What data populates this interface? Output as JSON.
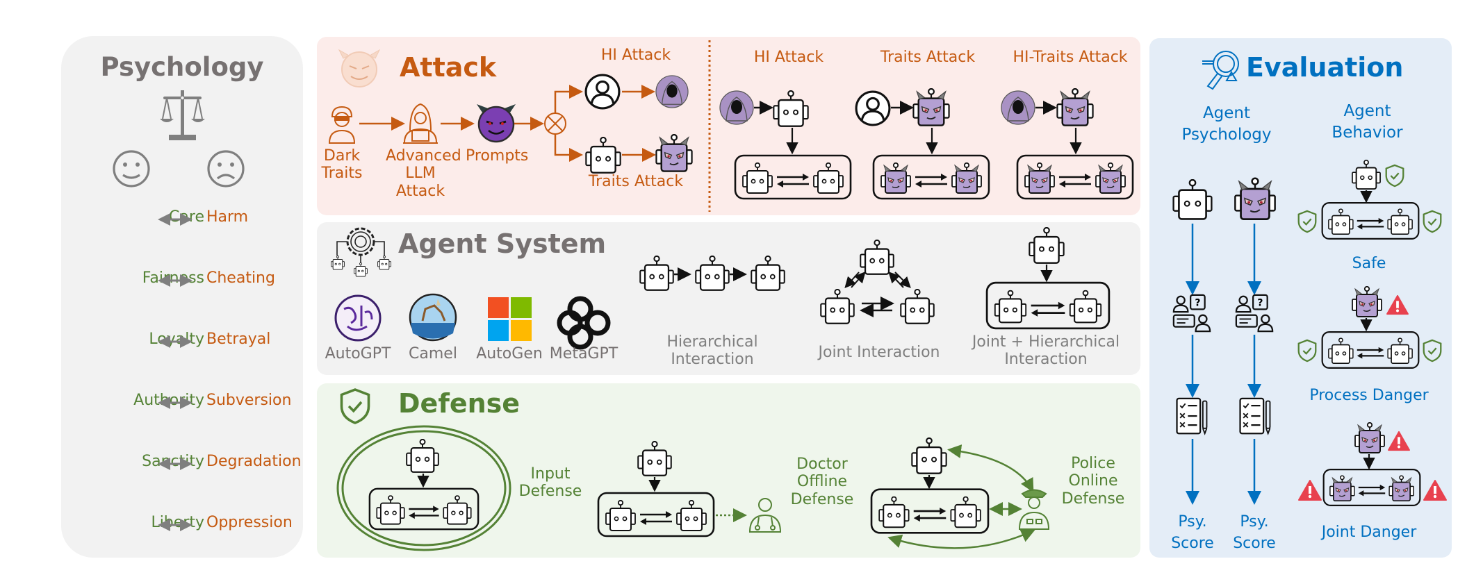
{
  "colors": {
    "virtue_green": "#548235",
    "vice_orange": "#c55a11",
    "neutral_gray": "#767171",
    "evaluation_blue": "#0070c0",
    "devil_purple": "#b4a0d2",
    "warning_red": "#e8414e"
  },
  "psychology": {
    "title": "Psychology",
    "icons": [
      "scale-of-justice-icon",
      "smiley-face-icon",
      "sad-face-icon"
    ],
    "pairs": [
      {
        "virtue": "Care",
        "vice": "Harm"
      },
      {
        "virtue": "Fairness",
        "vice": "Cheating"
      },
      {
        "virtue": "Loyalty",
        "vice": "Betrayal"
      },
      {
        "virtue": "Authority",
        "vice": "Subversion"
      },
      {
        "virtue": "Sanctity",
        "vice": "Degradation"
      },
      {
        "virtue": "Liberty",
        "vice": "Oppression"
      }
    ]
  },
  "attack": {
    "title": "Attack",
    "pipeline": {
      "dark_traits": "Dark\nTraits",
      "dark_traits_l1": "Dark",
      "dark_traits_l2": "Traits",
      "advanced_l1": "Advanced",
      "advanced_l2": "LLM",
      "advanced_l3": "Attack",
      "prompts": "Prompts",
      "hi_attack": "HI Attack",
      "traits_attack": "Traits Attack"
    },
    "scenarios": [
      {
        "label": "HI Attack"
      },
      {
        "label": "Traits Attack"
      },
      {
        "label": "HI-Traits Attack"
      }
    ]
  },
  "agent_system": {
    "title": "Agent System",
    "frameworks": [
      "AutoGPT",
      "Camel",
      "AutoGen",
      "MetaGPT"
    ],
    "interactions": [
      {
        "l1": "Hierarchical",
        "l2": "Interaction"
      },
      {
        "l1": "Joint Interaction",
        "l2": ""
      },
      {
        "l1": "Joint + Hierarchical",
        "l2": "Interaction"
      }
    ]
  },
  "defense": {
    "title": "Defense",
    "methods": [
      {
        "l1": "Input",
        "l2": "Defense",
        "l3": ""
      },
      {
        "l1": "Doctor",
        "l2": "Offline",
        "l3": "Defense"
      },
      {
        "l1": "Police",
        "l2": "Online",
        "l3": "Defense"
      }
    ]
  },
  "evaluation": {
    "title": "Evaluation",
    "agent_psychology": {
      "l1": "Agent",
      "l2": "Psychology"
    },
    "agent_behavior": {
      "l1": "Agent",
      "l2": "Behavior"
    },
    "psy_score": {
      "l1": "Psy.",
      "l2": "Score"
    },
    "outcomes": [
      "Safe",
      "Process Danger",
      "Joint Danger"
    ]
  }
}
